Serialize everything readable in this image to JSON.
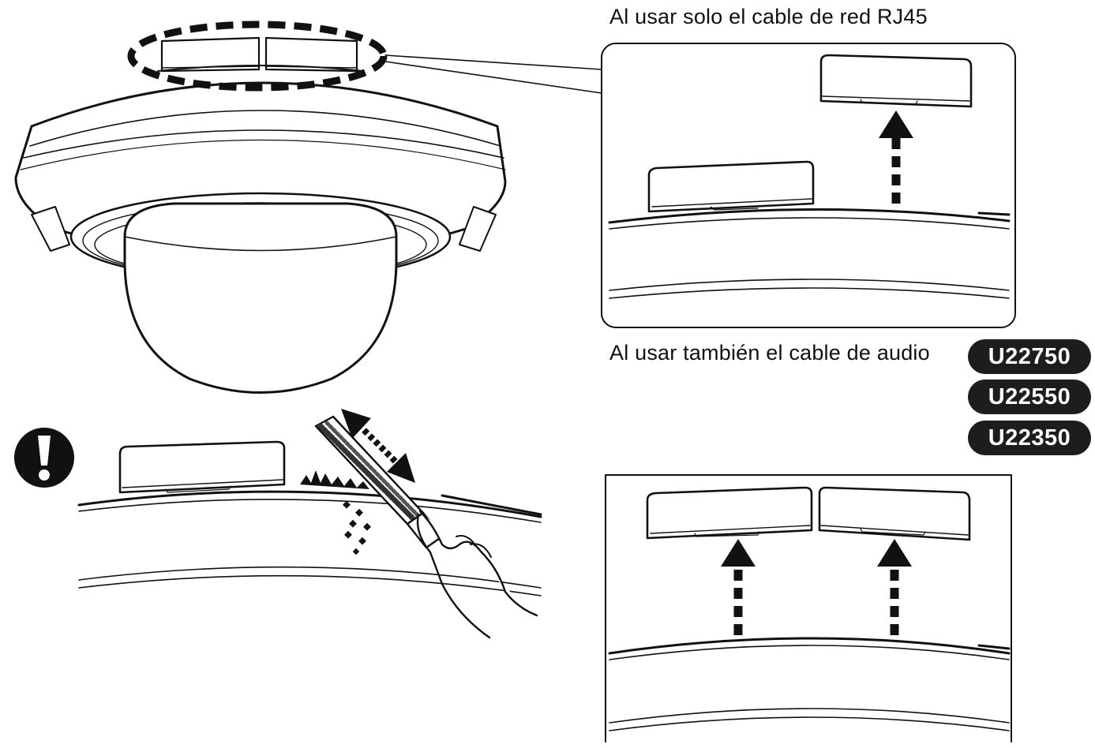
{
  "captions": {
    "rj45_only": "Al usar solo el cable de red RJ45",
    "with_audio": "Al usar también el cable de audio"
  },
  "models": [
    "U22750",
    "U22550",
    "U22350"
  ],
  "icons": {
    "warning": "exclamation-icon",
    "arrow": "arrow-up-icon",
    "file": "file-tool-icon"
  },
  "colors": {
    "ink": "#111111",
    "badge_bg": "#1d1d1d",
    "badge_text": "#ffffff"
  }
}
